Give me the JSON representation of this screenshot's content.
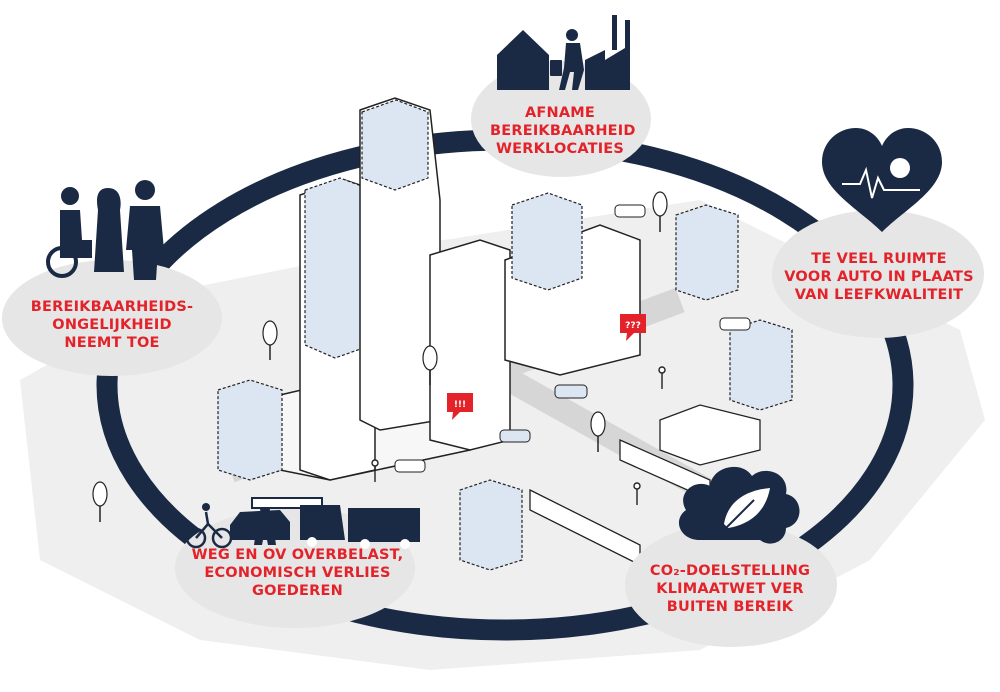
{
  "colors": {
    "accent_red": "#e3222a",
    "navy": "#1b2a44",
    "building_blue": "#dbe6f2",
    "bubble_grey": "#e6e6e6"
  },
  "icons": [
    "house-factory-worker-icon",
    "heart-park-icon",
    "people-group-wheelchair-icon",
    "traffic-vehicles-icon",
    "co2-cloud-leaf-icon",
    "alert-speech-bubble-icon",
    "question-speech-bubble-icon"
  ],
  "issues": {
    "werklocaties": [
      "AFNAME",
      "BEREIKBAARHEID",
      "WERKLOCATIES"
    ],
    "ruimte": [
      "TE VEEL RUIMTE",
      "VOOR AUTO IN PLAATS",
      "VAN LEEFKWALITEIT"
    ],
    "ongelijkheid": [
      "BEREIKBAARHEIDS-",
      "ONGELIJKHEID",
      "NEEMT TOE"
    ],
    "weg_ov": [
      "WEG EN OV OVERBELAST,",
      "ECONOMISCH VERLIES",
      "GOEDEREN"
    ],
    "co2": [
      "CO₂-DOELSTELLING",
      "KLIMAATWET VER",
      "BUITEN BEREIK"
    ]
  },
  "scene_tags": {
    "alert": "!!!",
    "question": "???"
  }
}
